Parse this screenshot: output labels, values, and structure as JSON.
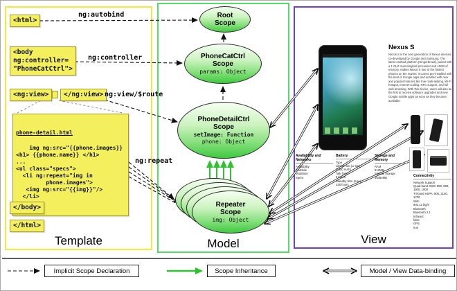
{
  "panels": {
    "template": "Template",
    "model": "Model",
    "view": "View"
  },
  "template": {
    "labels": {
      "autobind": "ng:autobind",
      "controller": "ng:controller",
      "view_route": "ng:view/$route",
      "repeat": "ng:repeat"
    },
    "snippets": {
      "html_open": "<html>",
      "body_open": "<body\nng:controller=\n\"PhoneCatCtrl\">",
      "ng_view_open": "<ng:view>",
      "ng_view_close": "</ng:view>",
      "body_close": "</body>",
      "html_close": "</html>"
    },
    "detail_template": {
      "title": "phone-detail.html",
      "code": "img ng:src=\"{{phone.images}}\n<h1> {{phone.name}} </h1>\n...\n<ul class=\"specs\">\n  <li ng:repeat=\"img in\n         phone.images\">\n   <img ng:src=\"{{img}}\"/>\n  </li>\n..."
    }
  },
  "model": {
    "root": {
      "title": "Root\nScope"
    },
    "phonecat": {
      "title": "PhoneCatCtrl\nScope",
      "prop": "params: Object"
    },
    "phonedetail": {
      "title": "PhoneDetailCtrl\nScope",
      "prop_bold": "setImage: Function",
      "prop": "phone: Object"
    },
    "repeater": {
      "title": "Repeater\nScope",
      "prop": "img: Object"
    }
  },
  "view": {
    "product_title": "Nexus S",
    "description": "Nexus S is the next generation of Nexus devices, co-developed by Google and Samsung. The latest Android platform (Gingerbread), paired with a 1 GHz Hummingbird processor and 16GB of memory, makes Nexus S one of the fastest phones on the market. It comes pre-installed with the best of Google apps and enabled with new and popular features like true multi-tasking, Wi-Fi hotspot, Internet Calling, NFC support, and full web browsing. With this device, users will also be the first to receive software upgrades and new Google mobile apps as soon as they become available.",
    "specs": [
      {
        "header": "Availability and Networks",
        "text": "Availability\nT-Mobile\nVodafone\nSprint"
      },
      {
        "header": "Battery",
        "text": "Type\nLithium Ion (Li-Ion)\n(1500 mAh)\nTalk Time\n6 hours\nStandby time (max)\n428 hours"
      },
      {
        "header": "Storage and Memory",
        "text": "RAM\n512MB\nInternal Storage\n16384MB"
      },
      {
        "header": "Connectivity",
        "text": "Network Support\nQuad-band GSM: 850, 900, 1800, 1900\nTri-band HSPA: 900, 2100, 1700\nWiFi\n802.11 b/g/n\nBluetooth\nBluetooth 2.1\nInfrared\nfalse\nGPS\ntrue"
      }
    ]
  },
  "legend": {
    "implicit": "Implicit Scope Declaration",
    "inheritance": "Scope Inheritance",
    "databinding": "Model / View Data-binding"
  },
  "colors": {
    "template-border": "#f0ea3e",
    "model-border": "#55dc68",
    "view-border": "#6a3fd6",
    "snippet-bg": "#f3ef5d",
    "snippet-border": "#a39a2e",
    "scope-green-dark": "#3fc93f",
    "scope-green-light": "#f4fff0",
    "arrow-green": "#2ec22e"
  }
}
